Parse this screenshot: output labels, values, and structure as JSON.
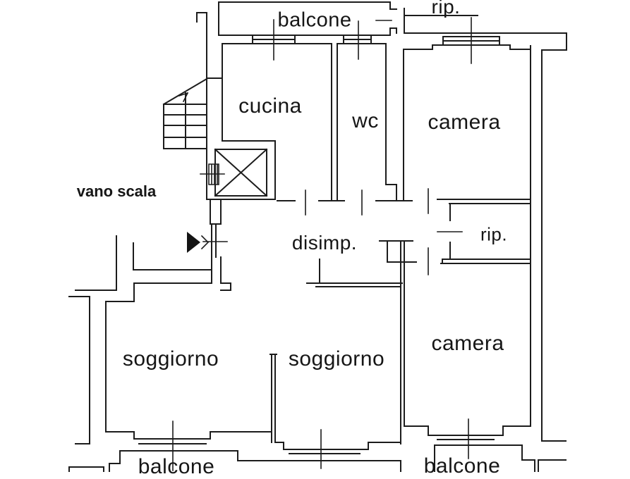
{
  "plan": {
    "labels": {
      "balcone_top": "balcone",
      "rip_top": "rip.",
      "cucina": "cucina",
      "wc": "wc",
      "camera_top": "camera",
      "vano_scala": "vano scala",
      "disimp": "disimp.",
      "rip_mid": "rip.",
      "soggiorno_left": "soggiorno",
      "soggiorno_center": "soggiorno",
      "camera_bottom": "camera",
      "balcone_bottom_left": "balcone",
      "balcone_bottom_right": "balcone"
    },
    "colors": {
      "line": "#1c1c1c",
      "background": "#ffffff"
    }
  }
}
